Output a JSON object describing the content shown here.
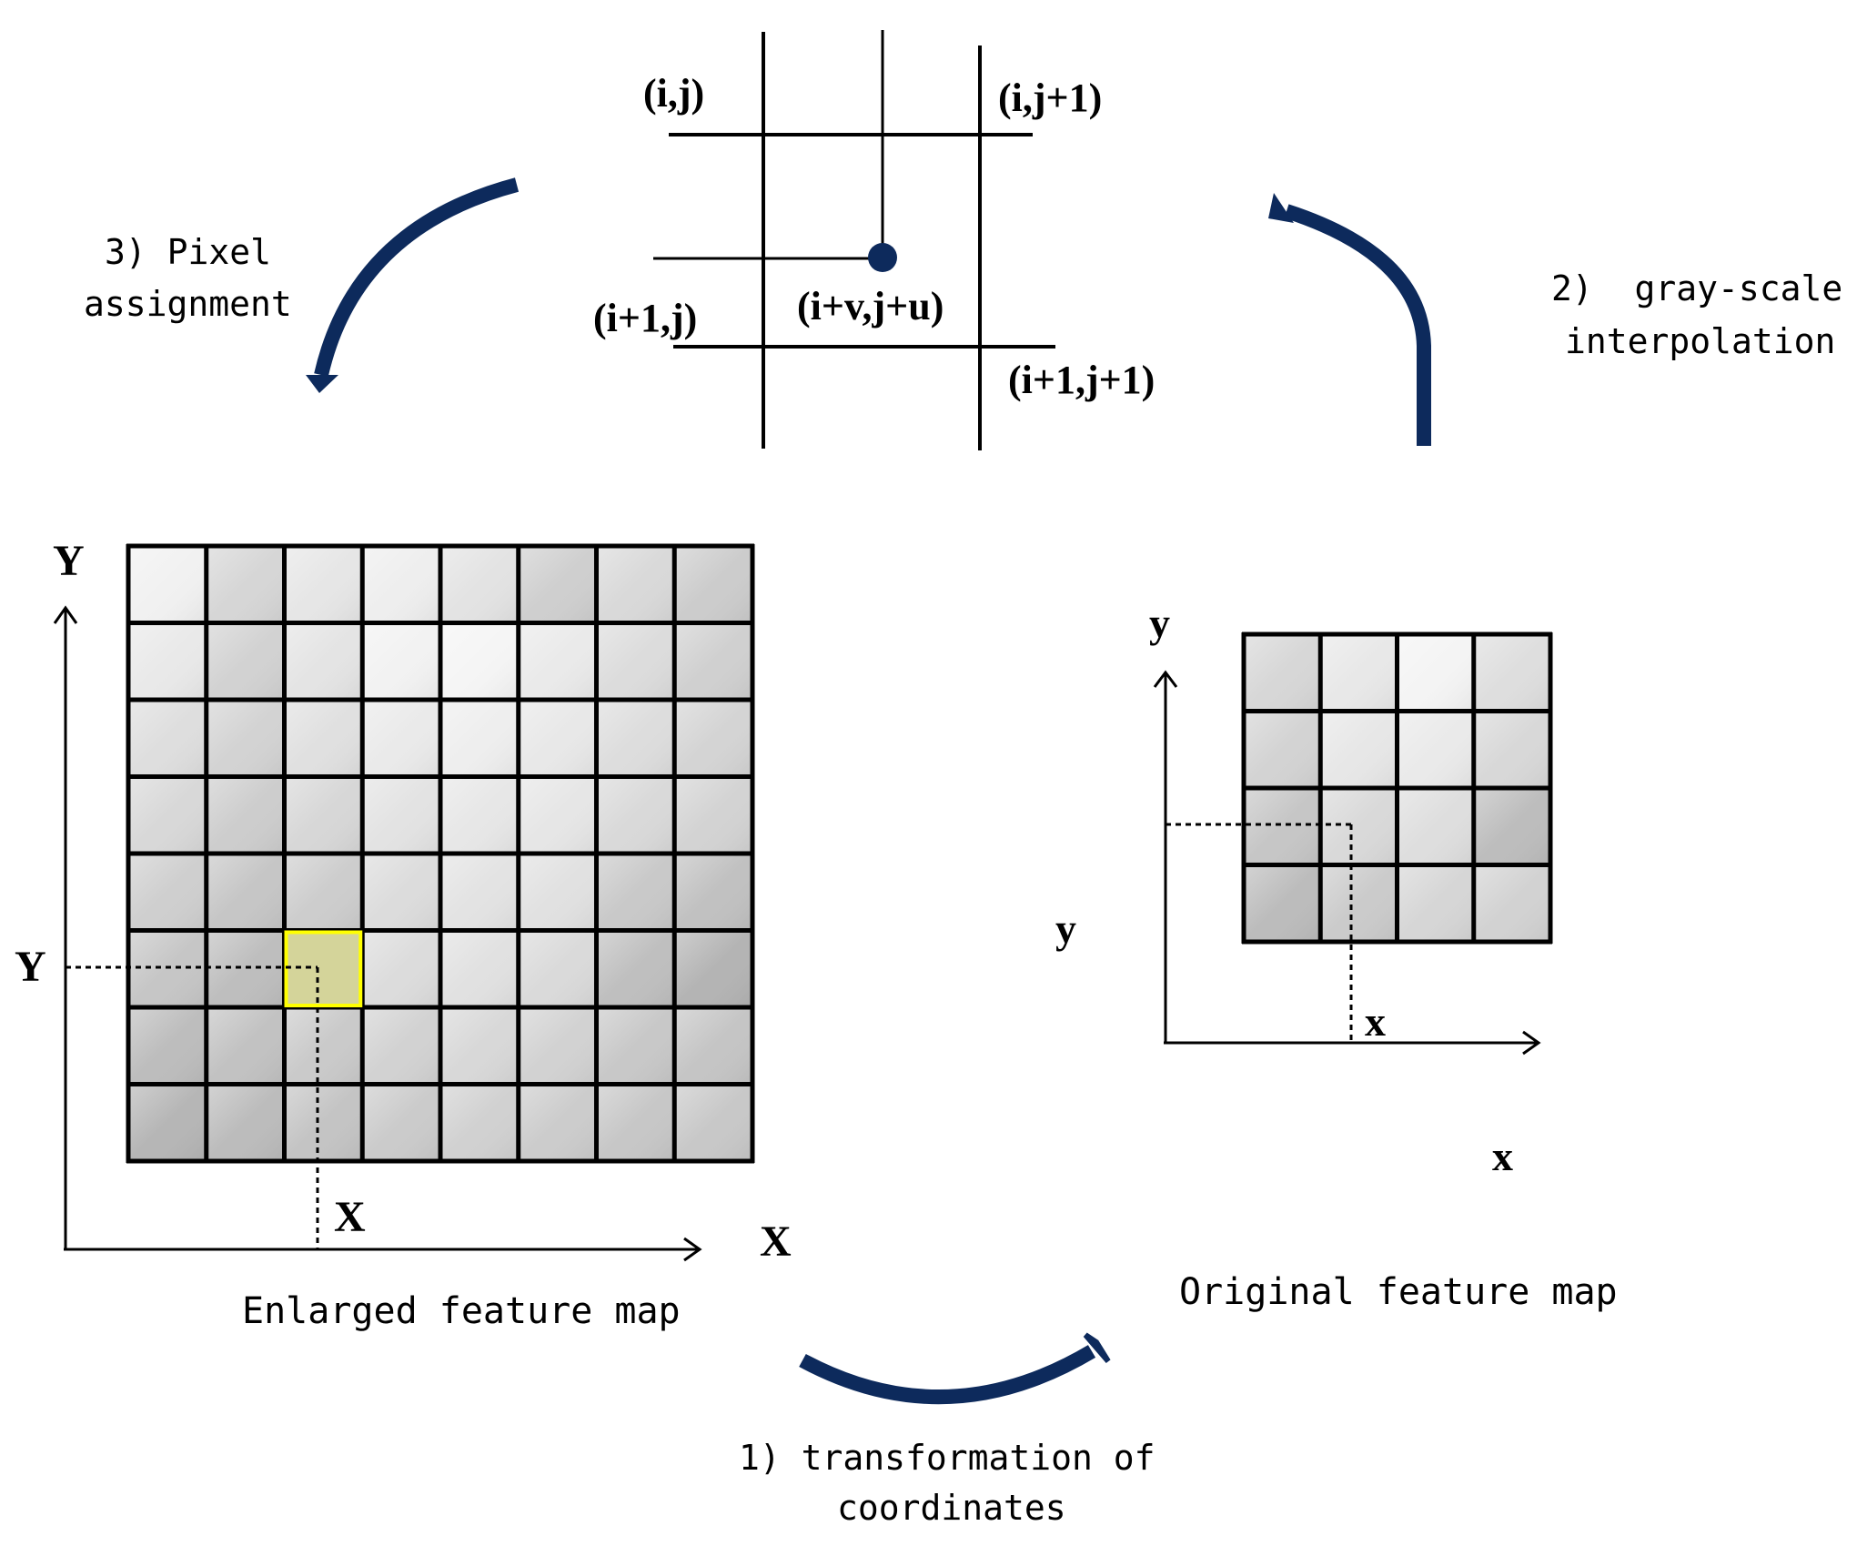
{
  "interpolation_grid": {
    "label_top_left": "(i,j)",
    "label_top_right": "(i,j+1)",
    "label_bottom_left": "(i+1,j)",
    "label_bottom_right": "(i+1,j+1)",
    "label_point": "(i+v,j+u)"
  },
  "steps": {
    "step1_line1": "1) transformation of",
    "step1_line2": "coordinates",
    "step2_line1": "2)  gray-scale",
    "step2_line2": "interpolation",
    "step3_line1": "3) Pixel",
    "step3_line2": "assignment"
  },
  "enlarged_map": {
    "caption": "Enlarged feature map",
    "axis_y_label": "Y",
    "axis_x_label": "X",
    "point_y_label": "Y",
    "point_x_label": "X",
    "rows": 8,
    "cols": 8,
    "highlight_row": 5,
    "highlight_col": 2,
    "shades": [
      [
        "#f1f1f1",
        "#d6d6d6",
        "#e6e6e6",
        "#eeeeee",
        "#e3e3e3",
        "#cfcfcf",
        "#d9d9d9",
        "#cccccc"
      ],
      [
        "#e9e9e9",
        "#d2d2d2",
        "#e4e4e4",
        "#f2f2f2",
        "#f5f5f5",
        "#eaeaea",
        "#dcdcdc",
        "#d0d0d0"
      ],
      [
        "#dedede",
        "#d3d3d3",
        "#e0e0e0",
        "#eaeaea",
        "#eeeeee",
        "#e8e8e8",
        "#dddddd",
        "#d4d4d4"
      ],
      [
        "#d8d8d8",
        "#cdcdcd",
        "#d7d7d7",
        "#e3e3e3",
        "#e7e7e7",
        "#e6e6e6",
        "#d9d9d9",
        "#d3d3d3"
      ],
      [
        "#cfcfcf",
        "#c6c6c6",
        "#cdcdcd",
        "#dcdcdc",
        "#e3e3e3",
        "#e1e1e1",
        "#c9c9c9",
        "#c1c1c1"
      ],
      [
        "#c6c6c6",
        "#bebebe",
        "#d6d6a0",
        "#dcdcdc",
        "#e1e1e1",
        "#dadada",
        "#bfbfbf",
        "#b4b4b4"
      ],
      [
        "#bdbdbd",
        "#c2c2c2",
        "#cacaca",
        "#d2d2d2",
        "#d8d8d8",
        "#d2d2d2",
        "#c8c8c8",
        "#c5c5c5"
      ],
      [
        "#b6b6b6",
        "#bcbcbc",
        "#c4c4c4",
        "#cbcbcb",
        "#d1d1d1",
        "#cccccc",
        "#c7c7c7",
        "#c8c8c8"
      ]
    ],
    "highlight_color": "#ffff00"
  },
  "original_map": {
    "caption": "Original feature map",
    "axis_y_label": "y",
    "axis_x_label": "x",
    "point_y_label": "y",
    "point_x_label": "x",
    "rows": 4,
    "cols": 4,
    "shades": [
      [
        "#d7d7d7",
        "#e8e8e8",
        "#f4f4f4",
        "#dedede"
      ],
      [
        "#d3d3d3",
        "#e7e7e7",
        "#eaeaea",
        "#d8d8d8"
      ],
      [
        "#c6c6c6",
        "#d9d9d9",
        "#dedede",
        "#bdbdbd"
      ],
      [
        "#bcbcbc",
        "#cbcbcb",
        "#d6d6d6",
        "#d2d2d2"
      ]
    ]
  },
  "colors": {
    "arrow": "#0d2a5c",
    "line": "#000000",
    "point": "#0d2a5c"
  }
}
